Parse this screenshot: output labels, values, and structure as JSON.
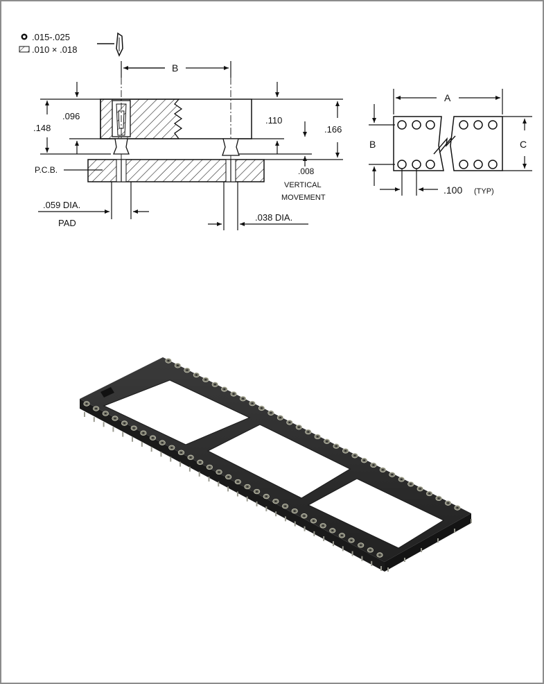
{
  "legend": {
    "round_pin": ".015-.025",
    "rect_pin": ".010 × .018"
  },
  "dims": {
    "b_top": "B",
    "d148": ".148",
    "d096": ".096",
    "d110": ".110",
    "d166": ".166",
    "d008": ".008",
    "vertical": "VERTICAL",
    "movement": "MOVEMENT",
    "pcb": "P.C.B.",
    "d059": ".059 DIA.",
    "pad": "PAD",
    "d038": ".038 DIA."
  },
  "top_view": {
    "a": "A",
    "b": "B",
    "c": "C",
    "pitch": ".100",
    "typ": "(TYP)"
  },
  "colors": {
    "frame": "#8c8c8c",
    "socket_body": "#2b2b2b",
    "ink": "#111111"
  }
}
